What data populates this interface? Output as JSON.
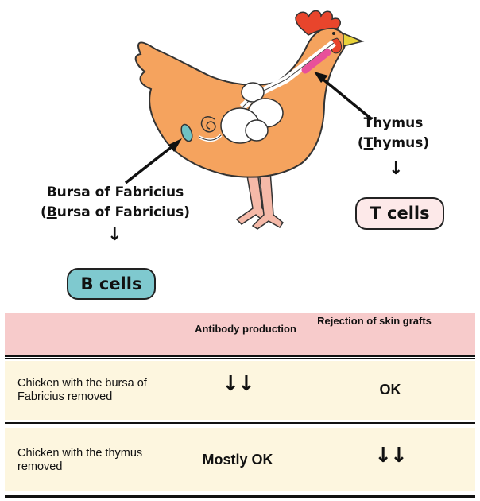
{
  "diagram": {
    "thymus_label": {
      "main": "Thymus",
      "sub_open": "(",
      "sub_first": "T",
      "sub_rest": "hymus)"
    },
    "bursa_label": {
      "main": "Bursa of Fabricius",
      "sub_open": "(",
      "sub_first": "B",
      "sub_rest": "ursa of Fabricius)"
    },
    "down_arrow": "↓",
    "t_cells": "T cells",
    "b_cells": "B cells",
    "colors": {
      "body": "#f5a35e",
      "comb": "#e8452c",
      "beak": "#e8d23a",
      "legs": "#f5b9a8",
      "thymus": "#e8509a",
      "bursa": "#6fc2c4",
      "tcell_bg": "#fde9e9",
      "bcell_bg": "#7fc9cf"
    }
  },
  "table": {
    "headers": [
      "Antibody production",
      "Rejection of skin grafts"
    ],
    "header_bg": "#f7cbcb",
    "row_bg": "#fdf6df",
    "rows": [
      {
        "label": "Chicken with the bursa of Fabricius removed",
        "antibody": "↓↓",
        "rejection": "OK"
      },
      {
        "label": "Chicken with the thymus removed",
        "antibody": "Mostly OK",
        "rejection": "↓↓"
      }
    ]
  }
}
